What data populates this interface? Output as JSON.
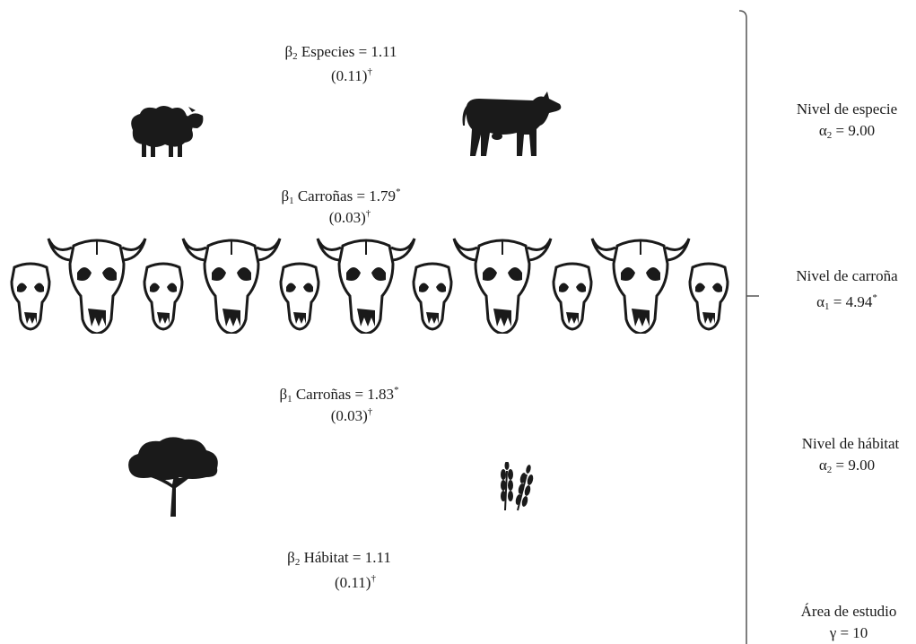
{
  "beta_species": {
    "symbol": "β",
    "sub": "2",
    "label": "Especies  = 1.11",
    "se": "(0.11)",
    "mark": "†"
  },
  "beta_carrion_top": {
    "symbol": "β",
    "sub": "1",
    "label": "Carroñas = 1.79",
    "star": "*",
    "se": "(0.03)",
    "mark": "†"
  },
  "beta_carrion_bottom": {
    "symbol": "β",
    "sub": "1",
    "label": "Carroñas = 1.83",
    "star": "*",
    "se": "(0.03)",
    "mark": "†"
  },
  "beta_habitat": {
    "symbol": "β",
    "sub": "2",
    "label": "Hábitat = 1.11",
    "se": "(0.11)",
    "mark": "†"
  },
  "levels": {
    "species": {
      "title": "Nivel de especie",
      "symbol": "α",
      "sub": "2",
      "value": " = 9.00"
    },
    "carrion": {
      "title": "Nivel de carroña",
      "symbol": "α",
      "sub": "1",
      "value": " = 4.94",
      "star": "*"
    },
    "habitat": {
      "title": "Nivel de hábitat",
      "symbol": "α",
      "sub": "2",
      "value": " = 9.00"
    },
    "study_area": {
      "title": "Área de estudio",
      "value": "γ = 10"
    }
  },
  "icons": [
    "sheep-icon",
    "cow-icon",
    "skull-icon",
    "tree-icon",
    "wheat-icon"
  ],
  "colors": {
    "ink": "#1a1a1a",
    "bracket": "#555555"
  }
}
